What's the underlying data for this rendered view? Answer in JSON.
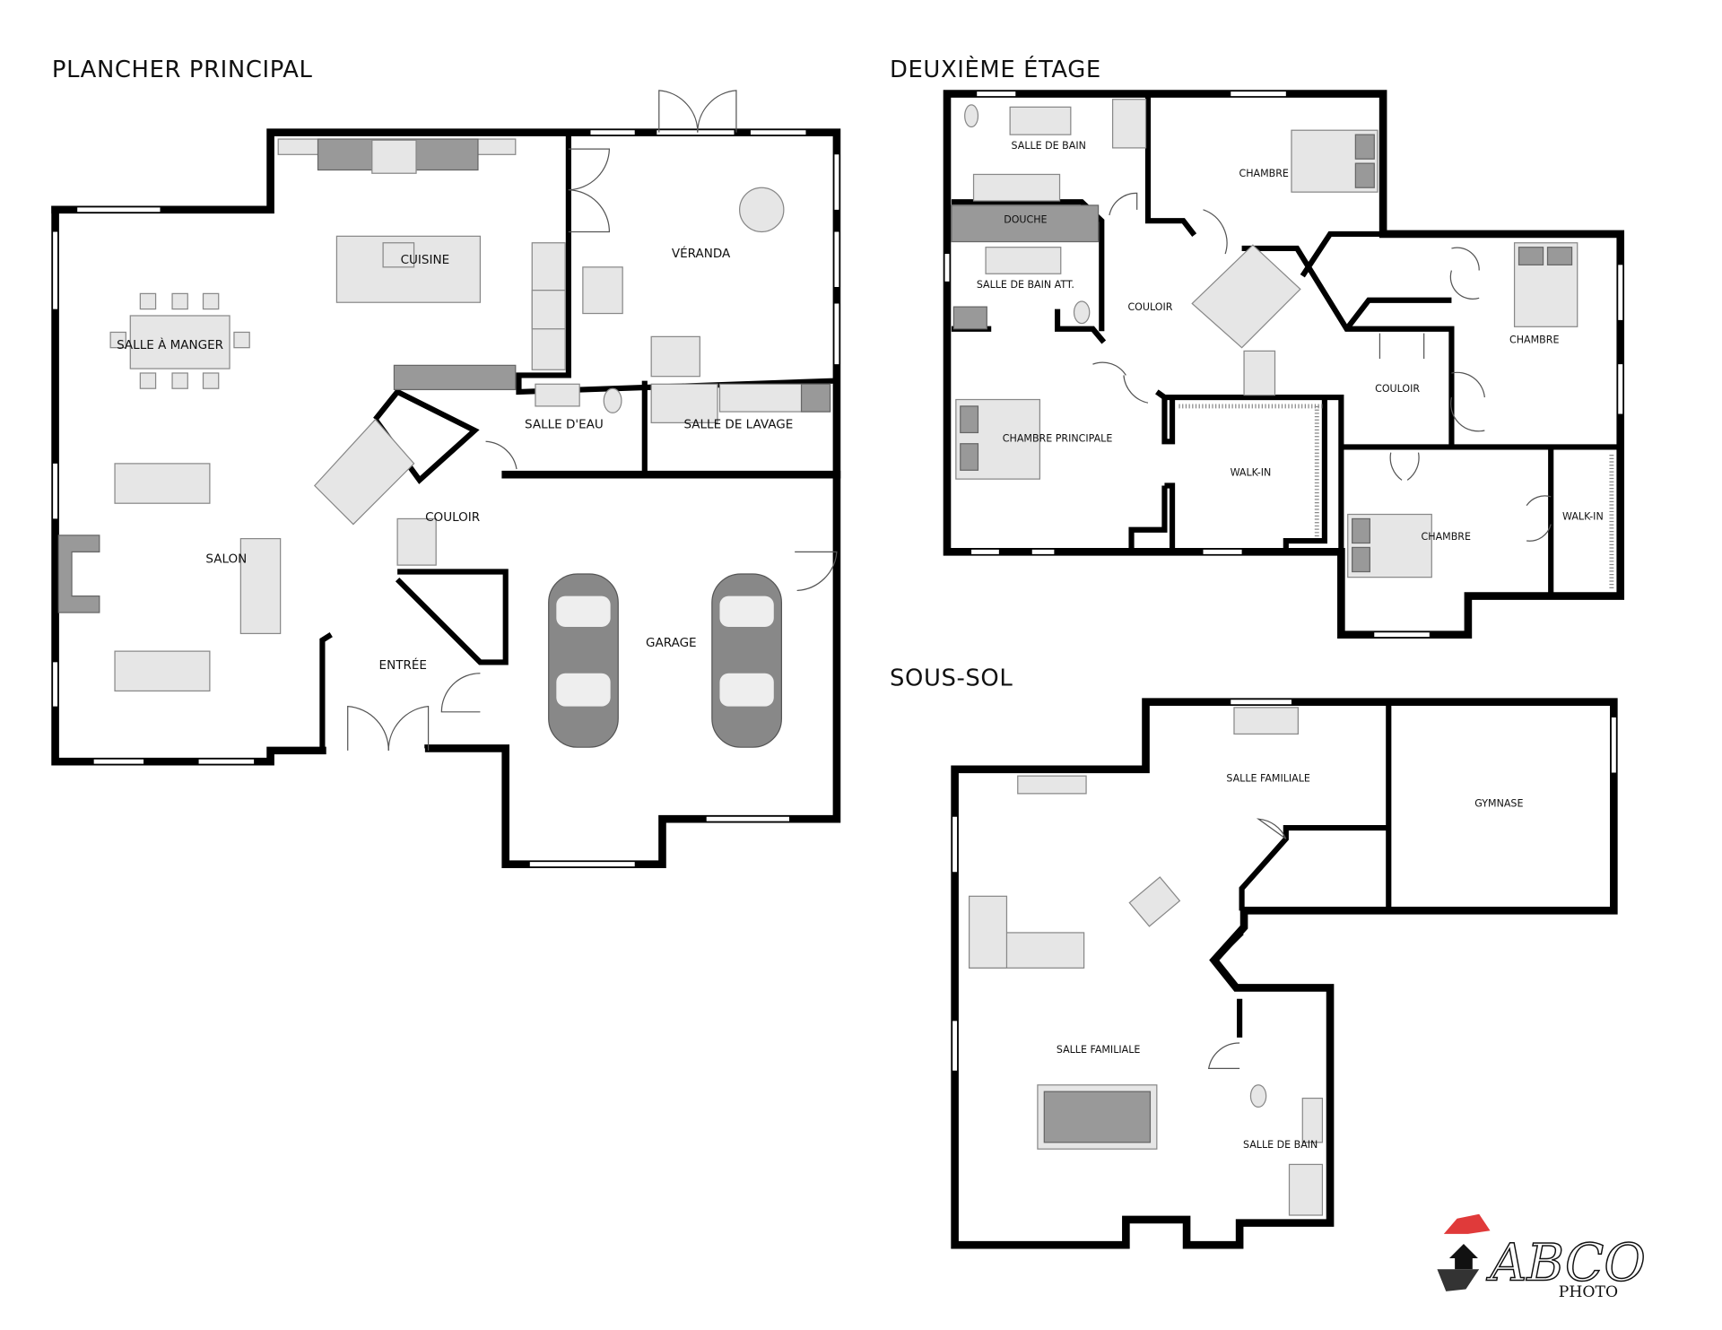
{
  "floors": {
    "main": {
      "title": "PLANCHER PRINCIPAL",
      "rooms": [
        "CUISINE",
        "VÉRANDA",
        "SALLE À MANGER",
        "SALLE D'EAU",
        "SALLE DE LAVAGE",
        "COULOIR",
        "SALON",
        "ENTRÉE",
        "GARAGE"
      ]
    },
    "second": {
      "title": "DEUXIÈME ÉTAGE",
      "rooms": [
        "SALLE DE BAIN",
        "CHAMBRE",
        "DOUCHE",
        "SALLE DE BAIN ATT.",
        "COULOIR",
        "CHAMBRE",
        "COULOIR",
        "CHAMBRE PRINCIPALE",
        "WALK-IN",
        "CHAMBRE",
        "WALK-IN"
      ]
    },
    "basement": {
      "title": "SOUS-SOL",
      "rooms": [
        "SALLE FAMILIALE",
        "GYMNASE",
        "SALLE FAMILIALE",
        "SALLE DE BAIN"
      ]
    }
  },
  "logo": {
    "brand": "ABCO",
    "sub": "PHOTO",
    "accent": "#e03a3a"
  }
}
